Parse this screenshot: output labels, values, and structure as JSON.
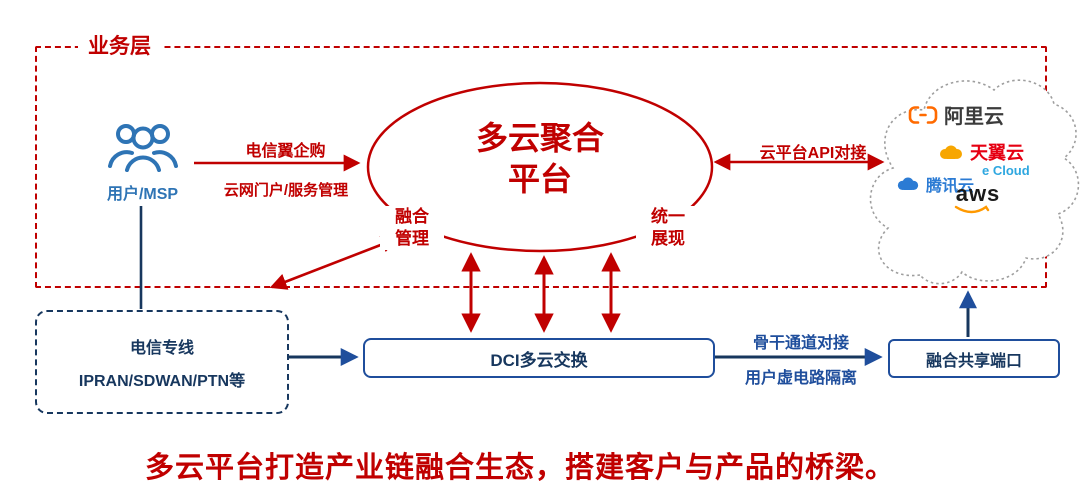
{
  "business_layer": {
    "label": "业务层"
  },
  "user": {
    "label": "用户/MSP"
  },
  "edges": {
    "user_platform_top": "电信翼企购",
    "user_platform_bottom": "云网门户/服务管理",
    "platform_cloud": "云平台API对接",
    "dci_port_top": "骨干通道对接",
    "dci_port_bottom": "用户虚电路隔离"
  },
  "platform": {
    "title_line1": "多云聚合",
    "title_line2": "平台",
    "fusion_line1": "融合",
    "fusion_line2": "管理",
    "unified_line1": "统一",
    "unified_line2": "展现"
  },
  "providers": {
    "alibaba": "阿里云",
    "tianyi": "天翼云",
    "tianyi_sub": "e Cloud",
    "tencent": "腾讯云",
    "aws": "aws"
  },
  "nodes": {
    "telecom_line1": "电信专线",
    "telecom_line2": "IPRAN/SDWAN/PTN等",
    "dci": "DCI多云交换",
    "port": "融合共享端口"
  },
  "caption": "多云平台打造产业链融合生态，搭建客户与产品的桥梁。",
  "colors": {
    "accent_red": "#c00000",
    "navy": "#17375e",
    "link_blue": "#1f4e9c",
    "user_blue": "#2e74b5",
    "alibaba_orange": "#ff6a00",
    "tianyi_red": "#e60012",
    "tianyi_teal": "#2ea7e0",
    "tencent_blue": "#2b7bd4",
    "aws_orange": "#ff9900",
    "cloud_outline_gray": "#9e9e9e"
  }
}
